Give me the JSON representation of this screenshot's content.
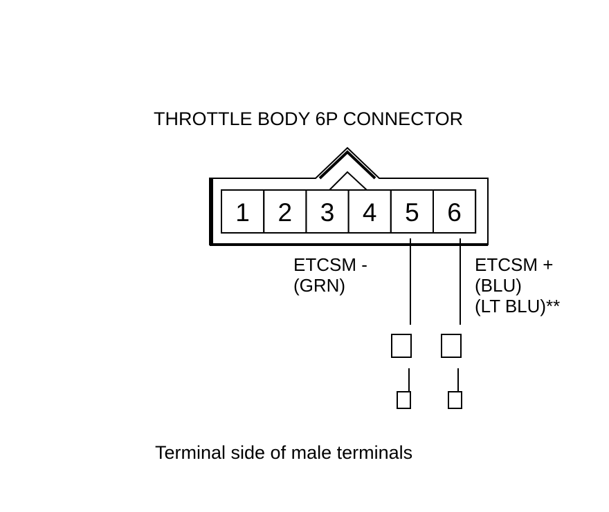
{
  "title": "THROTTLE BODY 6P CONNECTOR",
  "pins": [
    "1",
    "2",
    "3",
    "4",
    "5",
    "6"
  ],
  "wires": {
    "minus": {
      "pin": "5",
      "lines": [
        "ETCSM -",
        "(GRN)"
      ]
    },
    "plus": {
      "pin": "6",
      "lines": [
        "ETCSM +",
        "(BLU)",
        "(LT BLU)**"
      ]
    }
  },
  "caption": "Terminal side of male terminals"
}
